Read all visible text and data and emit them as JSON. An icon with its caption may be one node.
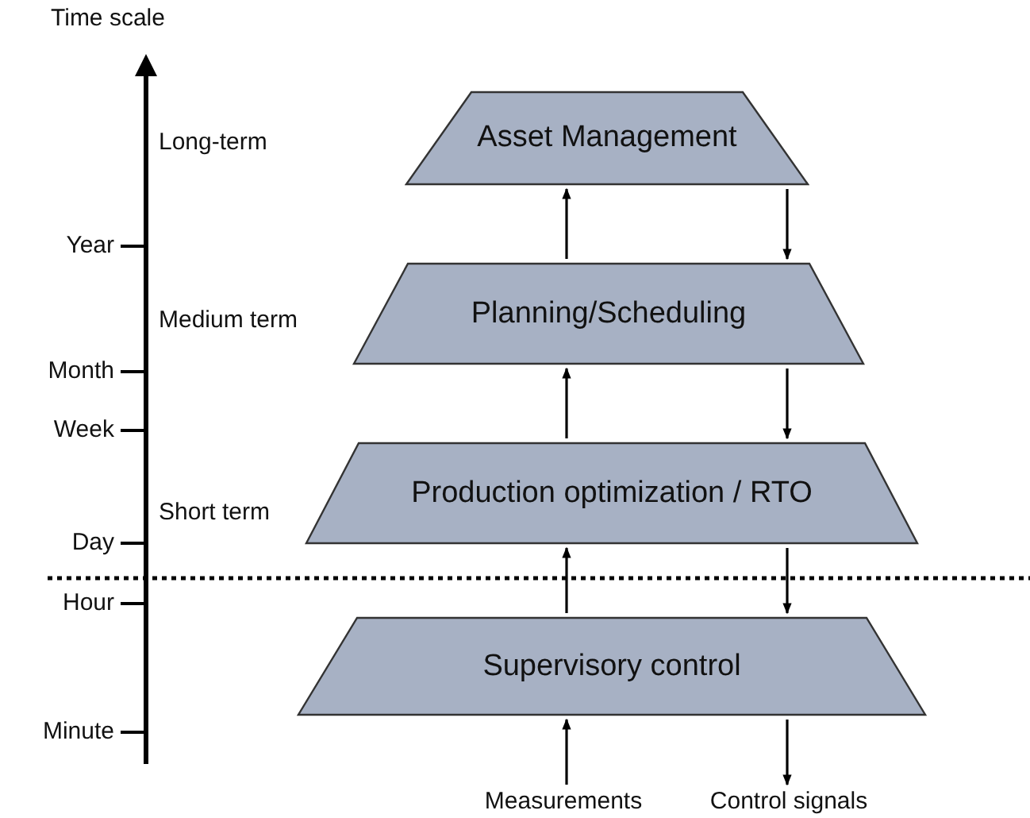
{
  "diagram": {
    "nodes": [
      {
        "text": [
          "Asset Management"
        ]
      },
      {
        "text": [
          "Planning/Scheduling"
        ]
      },
      {
        "text": [
          "Production optimization / RTO"
        ]
      },
      {
        "text": [
          "Supervisory control"
        ]
      },
      {
        "text": [
          "Measurements"
        ]
      },
      {
        "text": [
          "Control signals"
        ]
      }
    ],
    "edges": [
      {
        "from": 1,
        "to": 0,
        "arrow": "to"
      },
      {
        "from": 0,
        "to": 1,
        "arrow": "to"
      },
      {
        "from": 2,
        "to": 1,
        "arrow": "to"
      },
      {
        "from": 1,
        "to": 2,
        "arrow": "to"
      },
      {
        "from": 3,
        "to": 2,
        "arrow": "to"
      },
      {
        "from": 2,
        "to": 3,
        "arrow": "to"
      },
      {
        "from": 4,
        "to": 3,
        "arrow": "to"
      },
      {
        "from": 3,
        "to": 5,
        "arrow": "to"
      }
    ],
    "labels": [
      "Time scale",
      "Long-term",
      "Year",
      "Medium term",
      "Month",
      "Week",
      "Short term",
      "Day",
      "Hour",
      "Minute"
    ]
  }
}
